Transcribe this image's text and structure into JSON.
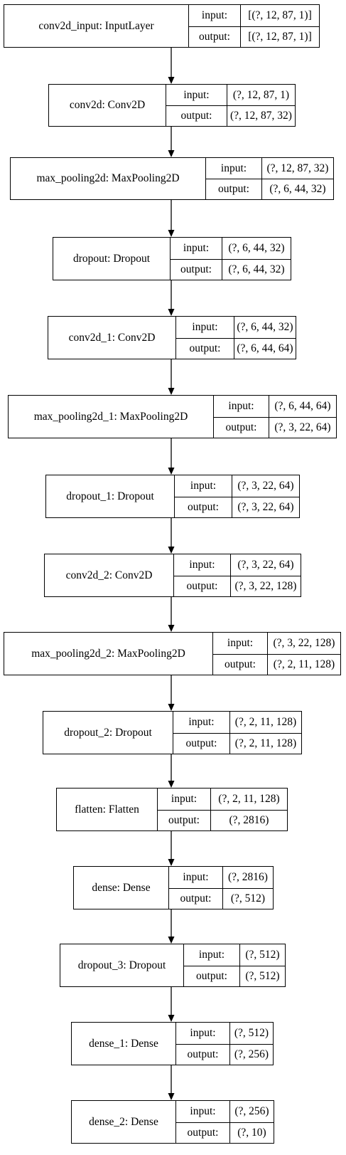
{
  "layers": [
    {
      "name": "conv2d_input: InputLayer",
      "input_label": "input:",
      "output_label": "output:",
      "input": "[(?, 12, 87, 1)]",
      "output": "[(?, 12, 87, 1)]"
    },
    {
      "name": "conv2d: Conv2D",
      "input_label": "input:",
      "output_label": "output:",
      "input": "(?, 12, 87, 1)",
      "output": "(?, 12, 87, 32)"
    },
    {
      "name": "max_pooling2d: MaxPooling2D",
      "input_label": "input:",
      "output_label": "output:",
      "input": "(?, 12, 87, 32)",
      "output": "(?, 6, 44, 32)"
    },
    {
      "name": "dropout: Dropout",
      "input_label": "input:",
      "output_label": "output:",
      "input": "(?, 6, 44, 32)",
      "output": "(?, 6, 44, 32)"
    },
    {
      "name": "conv2d_1: Conv2D",
      "input_label": "input:",
      "output_label": "output:",
      "input": "(?, 6, 44, 32)",
      "output": "(?, 6, 44, 64)"
    },
    {
      "name": "max_pooling2d_1: MaxPooling2D",
      "input_label": "input:",
      "output_label": "output:",
      "input": "(?, 6, 44, 64)",
      "output": "(?, 3, 22, 64)"
    },
    {
      "name": "dropout_1: Dropout",
      "input_label": "input:",
      "output_label": "output:",
      "input": "(?, 3, 22, 64)",
      "output": "(?, 3, 22, 64)"
    },
    {
      "name": "conv2d_2: Conv2D",
      "input_label": "input:",
      "output_label": "output:",
      "input": "(?, 3, 22, 64)",
      "output": "(?, 3, 22, 128)"
    },
    {
      "name": "max_pooling2d_2: MaxPooling2D",
      "input_label": "input:",
      "output_label": "output:",
      "input": "(?, 3, 22, 128)",
      "output": "(?, 2, 11, 128)"
    },
    {
      "name": "dropout_2: Dropout",
      "input_label": "input:",
      "output_label": "output:",
      "input": "(?, 2, 11, 128)",
      "output": "(?, 2, 11, 128)"
    },
    {
      "name": "flatten: Flatten",
      "input_label": "input:",
      "output_label": "output:",
      "input": "(?, 2, 11, 128)",
      "output": "(?, 2816)"
    },
    {
      "name": "dense: Dense",
      "input_label": "input:",
      "output_label": "output:",
      "input": "(?, 2816)",
      "output": "(?, 512)"
    },
    {
      "name": "dropout_3: Dropout",
      "input_label": "input:",
      "output_label": "output:",
      "input": "(?, 512)",
      "output": "(?, 512)"
    },
    {
      "name": "dense_1: Dense",
      "input_label": "input:",
      "output_label": "output:",
      "input": "(?, 512)",
      "output": "(?, 256)"
    },
    {
      "name": "dense_2: Dense",
      "input_label": "input:",
      "output_label": "output:",
      "input": "(?, 256)",
      "output": "(?, 10)"
    }
  ]
}
